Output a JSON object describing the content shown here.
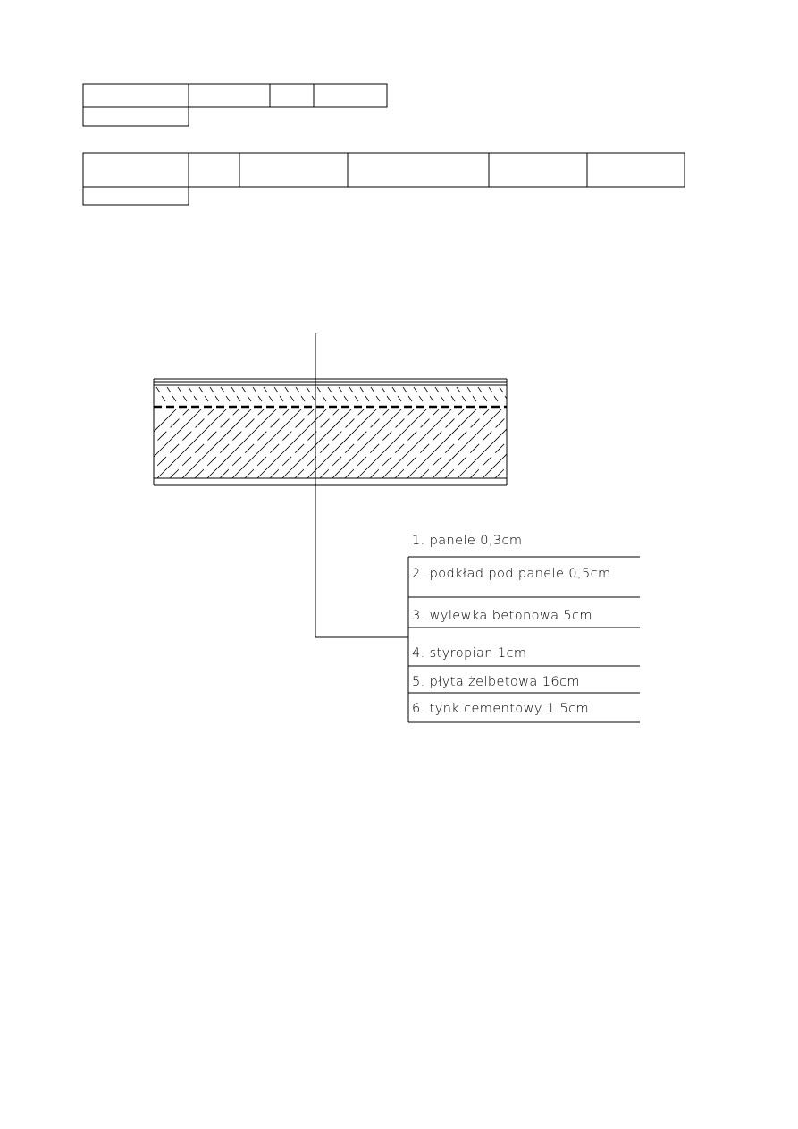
{
  "drawing": {
    "line_color": "#000000",
    "background": "#ffffff"
  },
  "layers": [
    {
      "label": "1. panele 0,3cm"
    },
    {
      "label": "2. podkład pod panele 0,5cm"
    },
    {
      "label": "3. wylewka betonowa 5cm"
    },
    {
      "label": "4. styropian 1cm"
    },
    {
      "label": "5. płyta żelbetowa 16cm"
    },
    {
      "label": "6. tynk cementowy 1.5cm"
    }
  ]
}
